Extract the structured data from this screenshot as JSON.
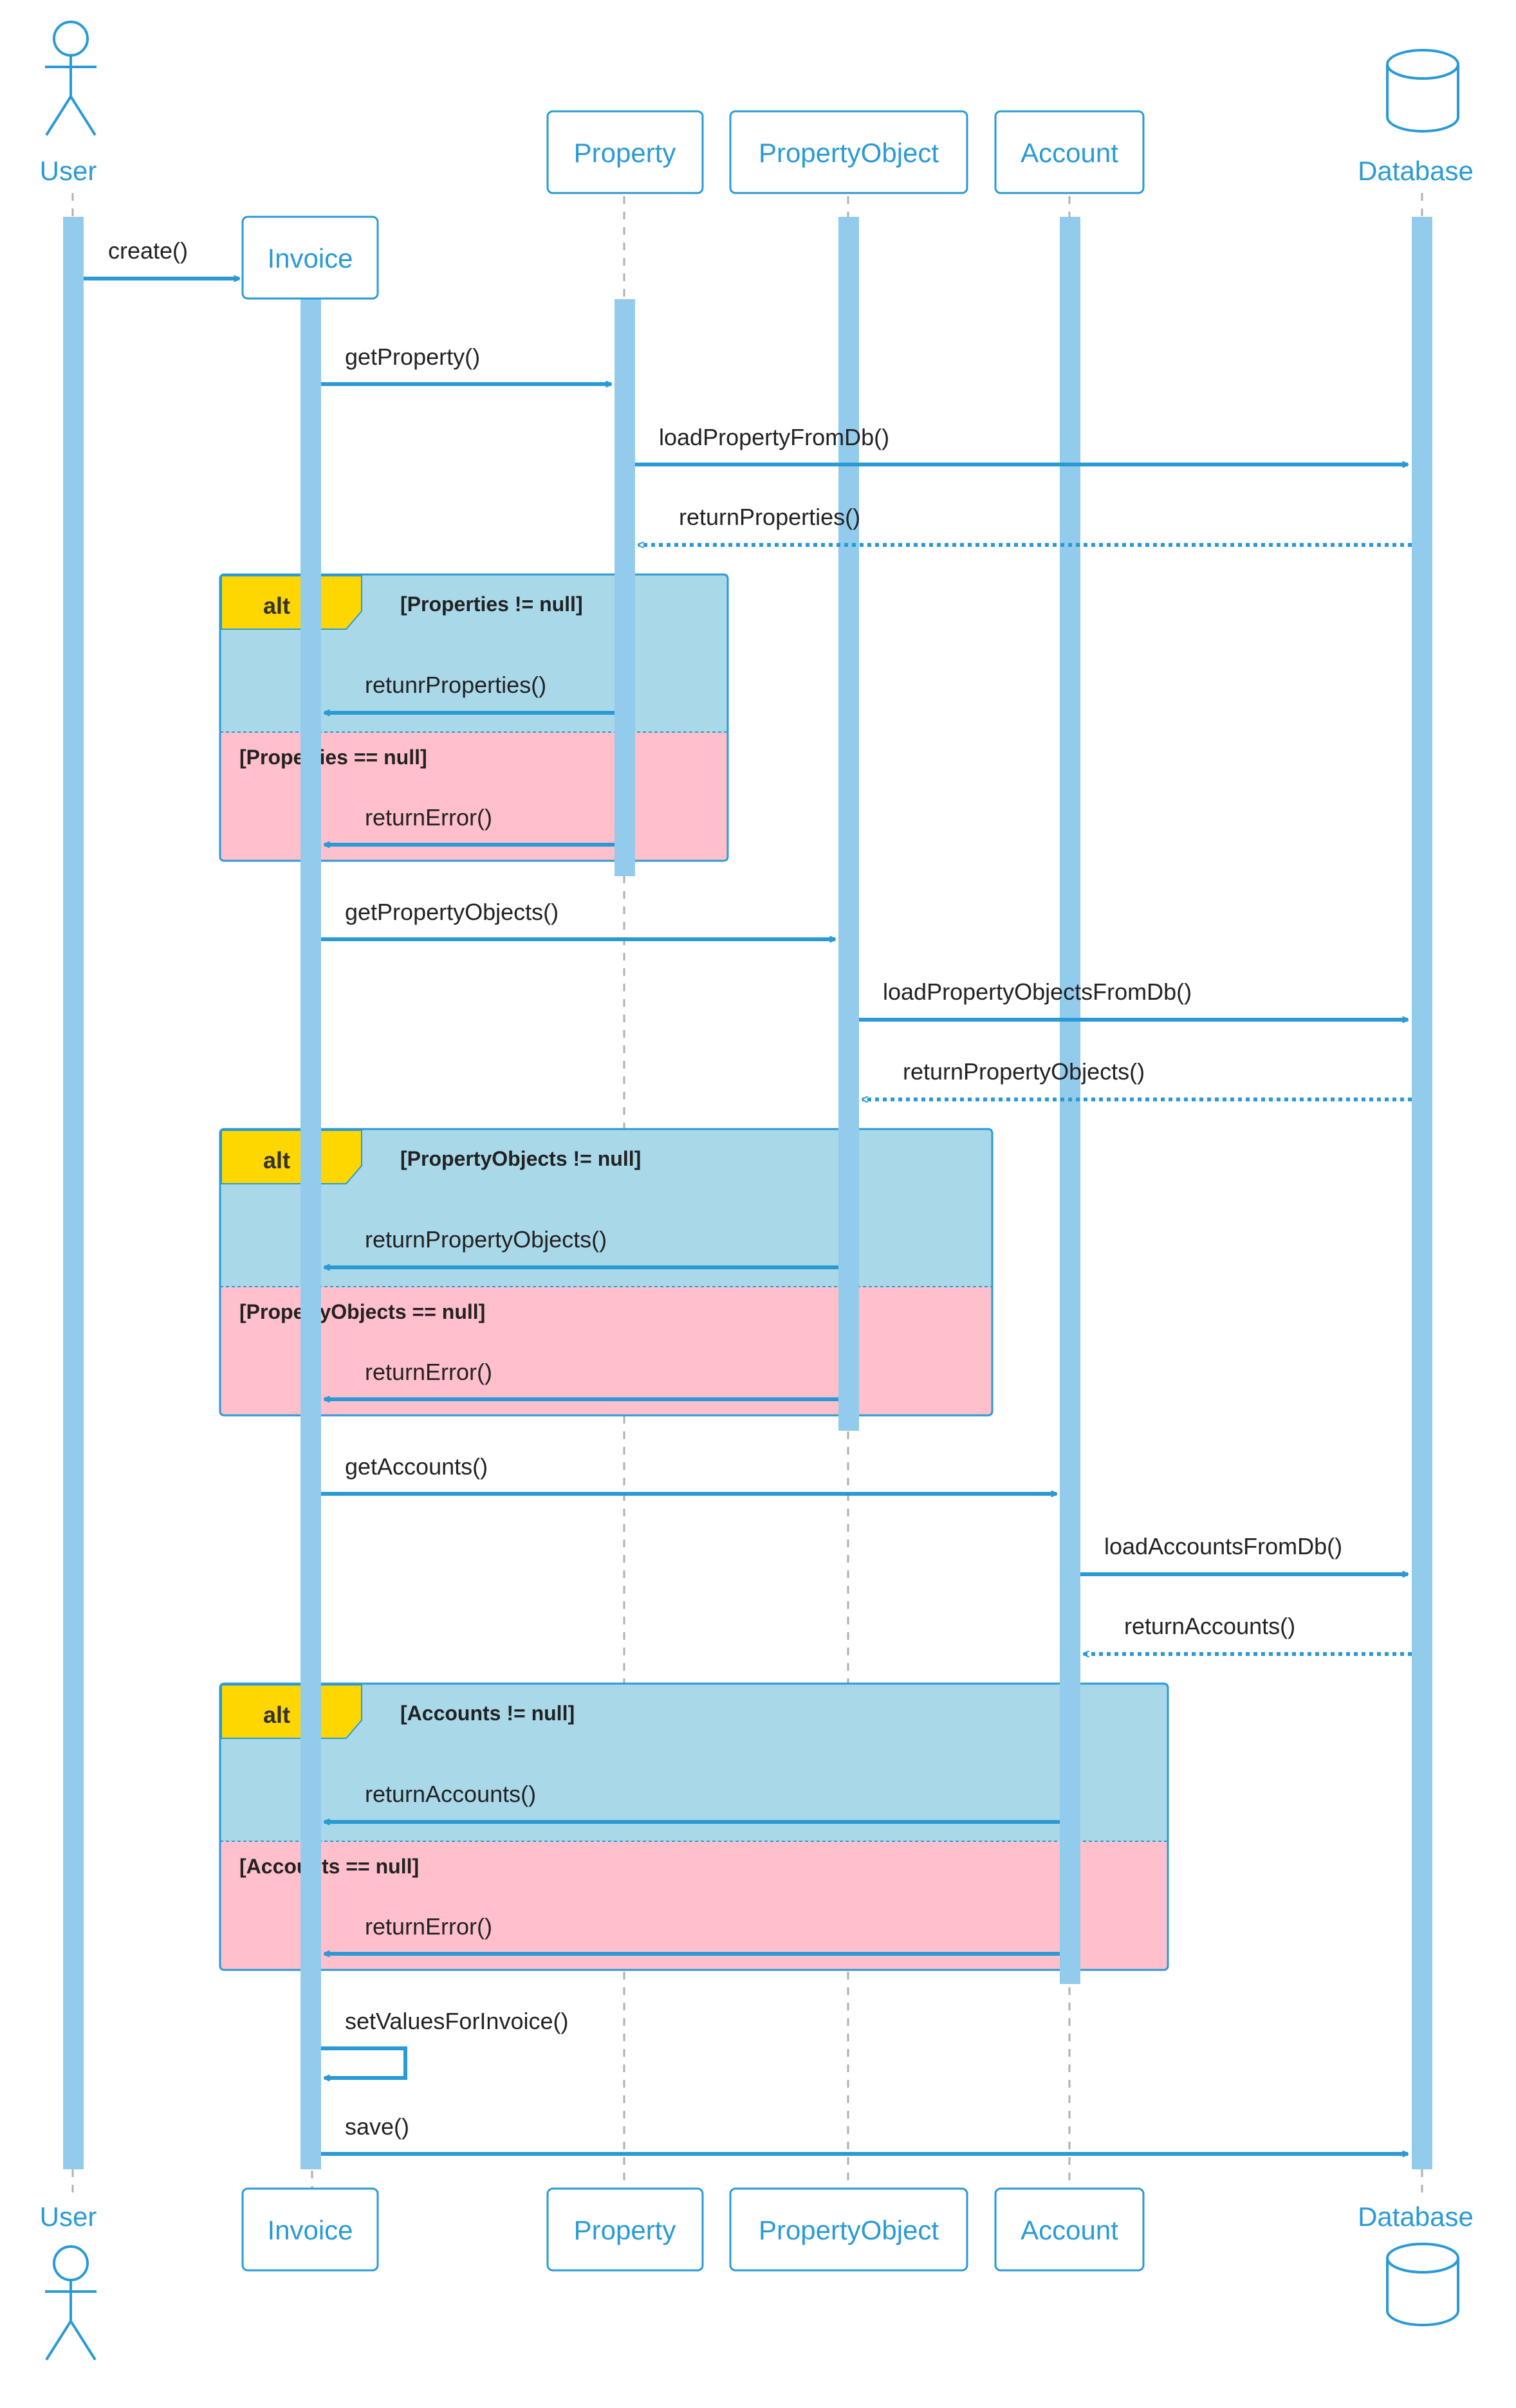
{
  "colors": {
    "primary": "#2a9ad6",
    "activation": "#93cbed",
    "alt_top_fill": "#a9d8e8",
    "alt_bottom_fill": "#ffc0cb",
    "alt_tag": "#ffd700",
    "lifeline": "#b0b0b0",
    "text": "#222222"
  },
  "participants": [
    {
      "id": "user",
      "name": "User",
      "kind": "actor"
    },
    {
      "id": "invoice",
      "name": "Invoice",
      "kind": "box"
    },
    {
      "id": "property",
      "name": "Property",
      "kind": "box"
    },
    {
      "id": "propertyobject",
      "name": "PropertyObject",
      "kind": "box"
    },
    {
      "id": "account",
      "name": "Account",
      "kind": "box"
    },
    {
      "id": "database",
      "name": "Database",
      "kind": "database"
    }
  ],
  "messages": [
    {
      "label": "create()",
      "from": "user",
      "to": "invoice",
      "type": "sync"
    },
    {
      "label": "getProperty()",
      "from": "invoice",
      "to": "property",
      "type": "sync"
    },
    {
      "label": "loadPropertyFromDb()",
      "from": "property",
      "to": "database",
      "type": "sync"
    },
    {
      "label": "returnProperties()",
      "from": "database",
      "to": "property",
      "type": "return"
    },
    {
      "label": "retunrProperties()",
      "from": "property",
      "to": "invoice",
      "type": "sync"
    },
    {
      "label": "returnError()",
      "from": "property",
      "to": "invoice",
      "type": "sync"
    },
    {
      "label": "getPropertyObjects()",
      "from": "invoice",
      "to": "propertyobject",
      "type": "sync"
    },
    {
      "label": "loadPropertyObjectsFromDb()",
      "from": "propertyobject",
      "to": "database",
      "type": "sync"
    },
    {
      "label": "returnPropertyObjects()",
      "from": "database",
      "to": "propertyobject",
      "type": "return"
    },
    {
      "label": "returnPropertyObjects()",
      "from": "propertyobject",
      "to": "invoice",
      "type": "sync"
    },
    {
      "label": "returnError()",
      "from": "propertyobject",
      "to": "invoice",
      "type": "sync"
    },
    {
      "label": "getAccounts()",
      "from": "invoice",
      "to": "account",
      "type": "sync"
    },
    {
      "label": "loadAccountsFromDb()",
      "from": "account",
      "to": "database",
      "type": "sync"
    },
    {
      "label": "returnAccounts()",
      "from": "database",
      "to": "account",
      "type": "return"
    },
    {
      "label": "returnAccounts()",
      "from": "account",
      "to": "invoice",
      "type": "sync"
    },
    {
      "label": "returnError()",
      "from": "account",
      "to": "invoice",
      "type": "sync"
    },
    {
      "label": "setValuesForInvoice()",
      "from": "invoice",
      "to": "invoice",
      "type": "self"
    },
    {
      "label": "save()",
      "from": "invoice",
      "to": "database",
      "type": "sync"
    }
  ],
  "fragments": [
    {
      "keyword": "alt",
      "guard_true": "[Properties != null]",
      "guard_false": "[Properties == null]"
    },
    {
      "keyword": "alt",
      "guard_true": "[PropertyObjects != null]",
      "guard_false": "[PropertyObjects == null]"
    },
    {
      "keyword": "alt",
      "guard_true": "[Accounts != null]",
      "guard_false": "[Accounts == null]"
    }
  ]
}
